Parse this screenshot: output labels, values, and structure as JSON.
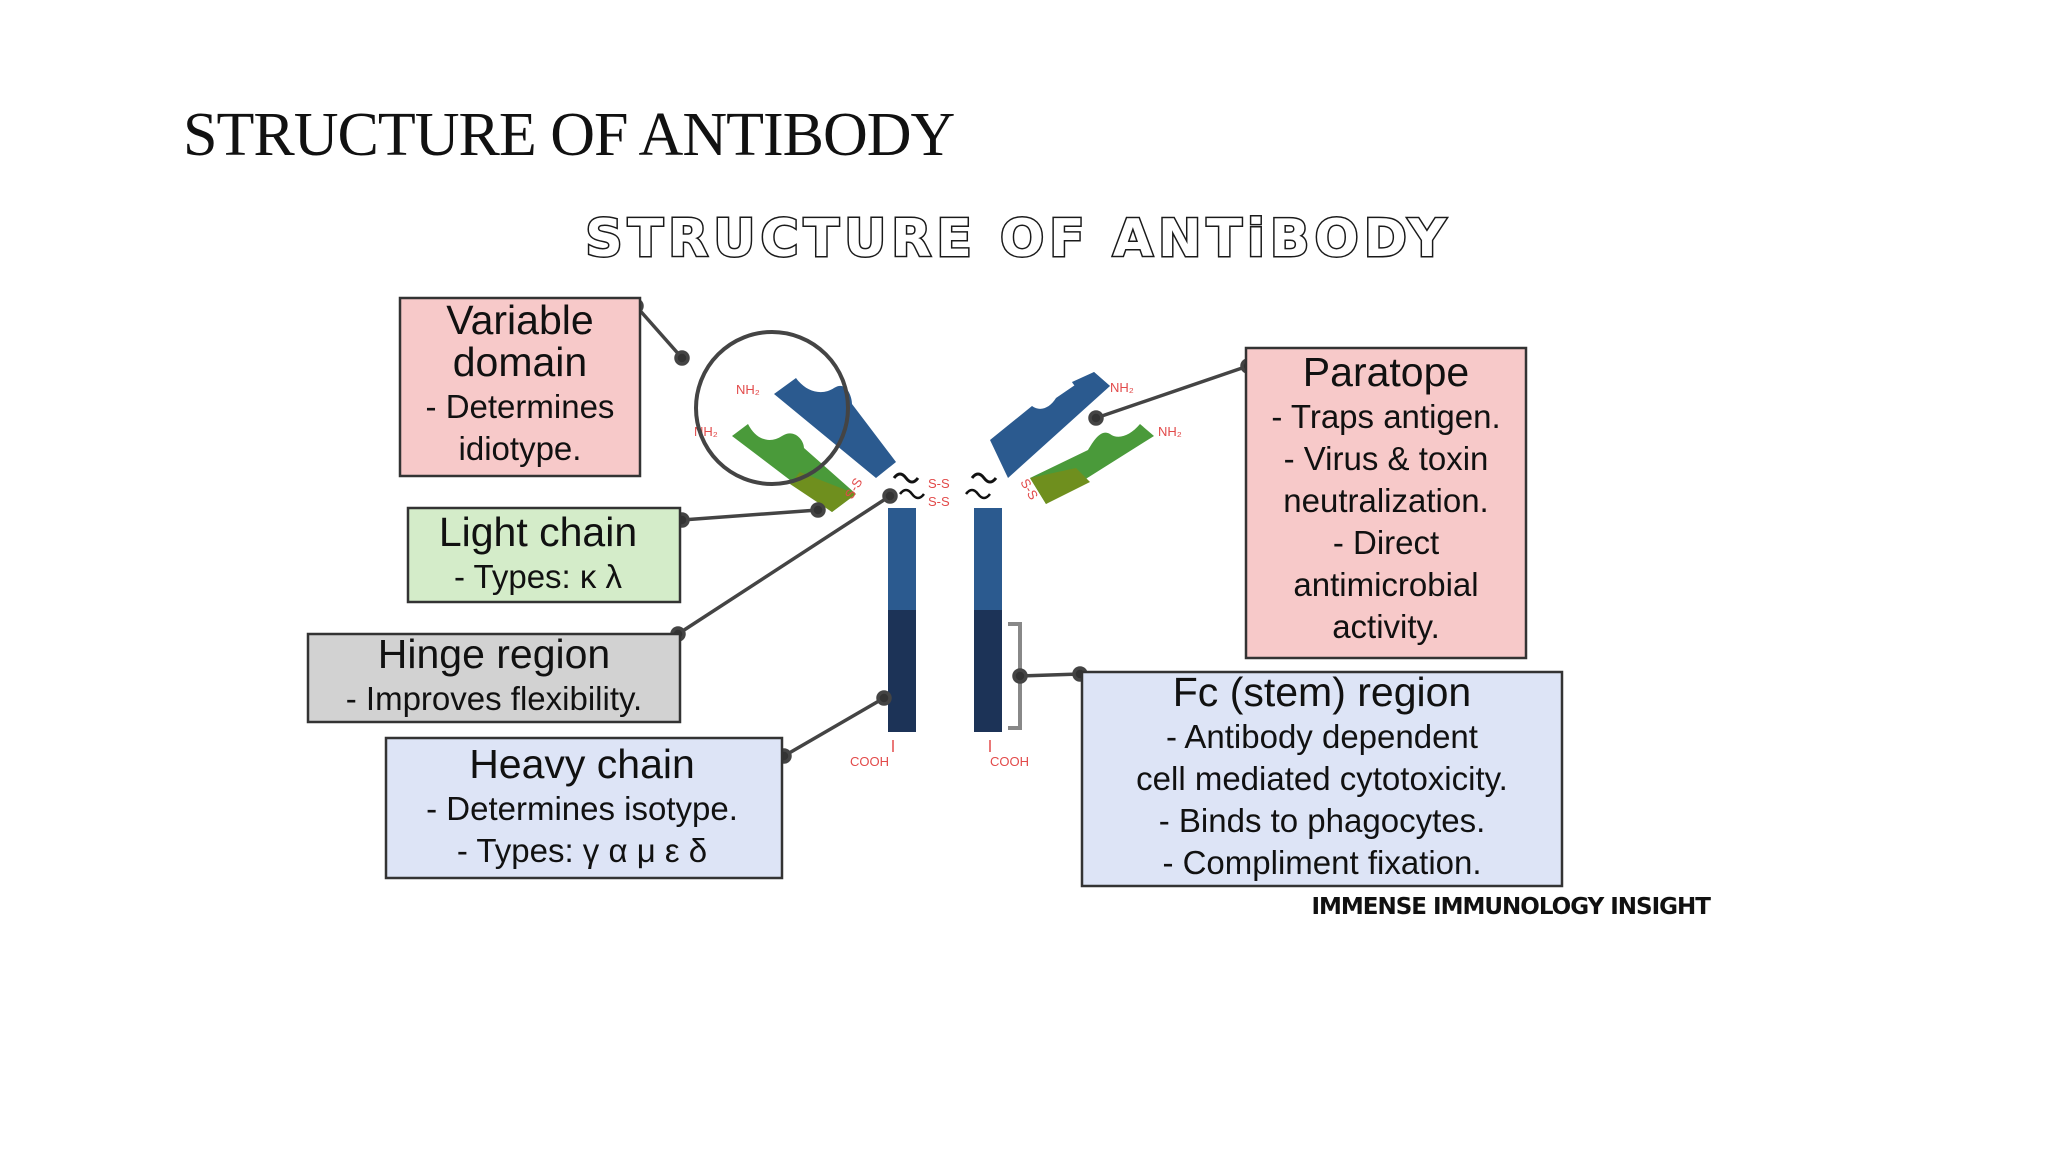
{
  "slide": {
    "title": "STRUCTURE OF ANTIBODY"
  },
  "figure": {
    "title": "STRUCTURE OF ANTiBODY",
    "credit": "IMMENSE IMMUNOLOGY INSIGHT",
    "colors": {
      "heavy_chain": "#2b5a8f",
      "heavy_chain_dark": "#1c3357",
      "light_chain": "#4a9a3a",
      "light_chain_dark": "#6f8f1e",
      "chem_label": "#e24a4a",
      "pink_box": "#f7c9c9",
      "green_box": "#d4ecc9",
      "grey_box": "#d2d2d2",
      "blue_box": "#dde4f6"
    },
    "boxes": {
      "variable_domain": {
        "heading1": "Variable",
        "heading2": "domain",
        "line1": "- Determines",
        "line2": "idiotype."
      },
      "light_chain": {
        "heading": "Light chain",
        "line1": "- Types: κ λ"
      },
      "hinge_region": {
        "heading": "Hinge region",
        "line1": "- Improves flexibility."
      },
      "heavy_chain": {
        "heading": "Heavy chain",
        "line1": "- Determines isotype.",
        "line2": "- Types: γ α μ ε δ"
      },
      "paratope": {
        "heading": "Paratope",
        "line1": "- Traps antigen.",
        "line2": "- Virus & toxin",
        "line3": "neutralization.",
        "line4": "- Direct",
        "line5": "antimicrobial",
        "line6": "activity."
      },
      "fc_region": {
        "heading": "Fc (stem) region",
        "line1": "- Antibody dependent",
        "line2": "cell mediated cytotoxicity.",
        "line3": "- Binds to phagocytes.",
        "line4": "- Compliment fixation."
      }
    },
    "chem_labels": {
      "nh2": "NH₂",
      "cooh": "COOH",
      "ss": "S-S",
      "ss_side": "S-S"
    }
  }
}
